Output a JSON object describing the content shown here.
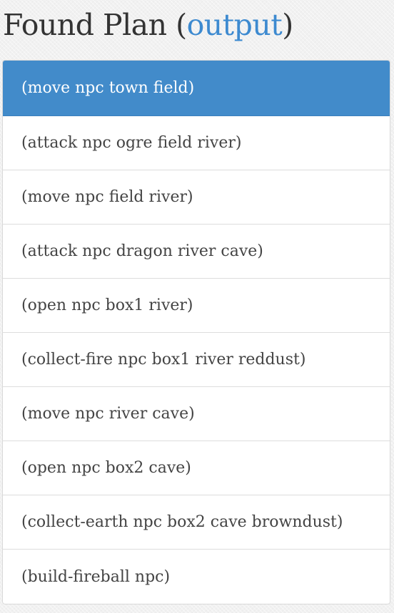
{
  "header": {
    "title_prefix": "Found Plan ",
    "paren_open": "(",
    "title_link": "output",
    "paren_close": ")"
  },
  "colors": {
    "accent": "#3d8ad0",
    "active_background": "#428bca",
    "active_text": "#ffffff",
    "text": "#444444"
  },
  "plan": {
    "active_index": 0,
    "steps": [
      "(move npc town field)",
      "(attack npc ogre field river)",
      "(move npc field river)",
      "(attack npc dragon river cave)",
      "(open npc box1 river)",
      "(collect-fire npc box1 river reddust)",
      "(move npc river cave)",
      "(open npc box2 cave)",
      "(collect-earth npc box2 cave browndust)",
      "(build-fireball npc)"
    ]
  }
}
